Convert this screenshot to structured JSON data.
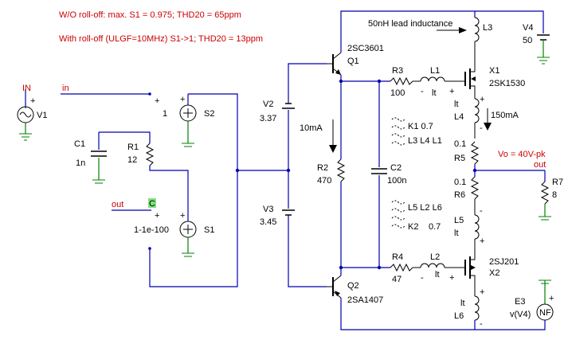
{
  "notes": {
    "line1": "W/O roll-off: max. S1 = 0.975; THD20 = 65ppm",
    "line2": "With roll-off (ULGF=10MHz) S1->1; THD20 = 13ppm",
    "lead": "50nH lead inductance",
    "vo": "Vo = 40V-pk",
    "current_top": "150mA",
    "current_mid": "10mA"
  },
  "nets": {
    "in_port": "IN",
    "in": "in",
    "out_left": "out",
    "out_right": "out",
    "c": "C"
  },
  "sources": {
    "v1": "V1",
    "s2": "S2",
    "s2_val": "1",
    "s1": "S1",
    "s1_val": "1-1e-100",
    "v2": "V2",
    "v2_val": "3.37",
    "v3": "V3",
    "v3_val": "3.45",
    "v4": "V4",
    "v4_val": "50",
    "e3": "E3",
    "e3_val": "v(V4)",
    "nf": "NF"
  },
  "passives": {
    "c1": "C1",
    "c1_val": "1n",
    "r1": "R1",
    "r1_val": "12",
    "r2": "R2",
    "r2_val": "470",
    "c2": "C2",
    "c2_val": "100n",
    "r3": "R3",
    "r3_val": "100",
    "r4": "R4",
    "r4_val": "47",
    "l1": "L1",
    "l1_val": "lt",
    "l2": "L2",
    "l2_val": "lt",
    "l3": "L3",
    "l4": "L4",
    "l4_val": "lt",
    "l5": "L5",
    "l5_val": "lt",
    "l6": "L6",
    "l6_val": "lt",
    "r5": "R5",
    "r5_val": "0.1",
    "r6": "R6",
    "r6_val": "0.1",
    "r7": "R7",
    "r7_val": "8",
    "k1": "K1 0.7",
    "k1_list": "L3 L4 L1",
    "k2": "K2",
    "k2_val": "0.7",
    "k2_list": "L5 L2 L6"
  },
  "devices": {
    "q1": "Q1",
    "q1_part": "2SC3601",
    "q2": "Q2",
    "q2_part": "2SA1407",
    "x1": "X1",
    "x1_part": "2SK1530",
    "x2": "X2",
    "x2_part": "2SJ201"
  },
  "colors": {
    "wire": "#0000b0",
    "ground": "#008000",
    "note": "#cc0000",
    "highlight": "#7fe07f"
  }
}
